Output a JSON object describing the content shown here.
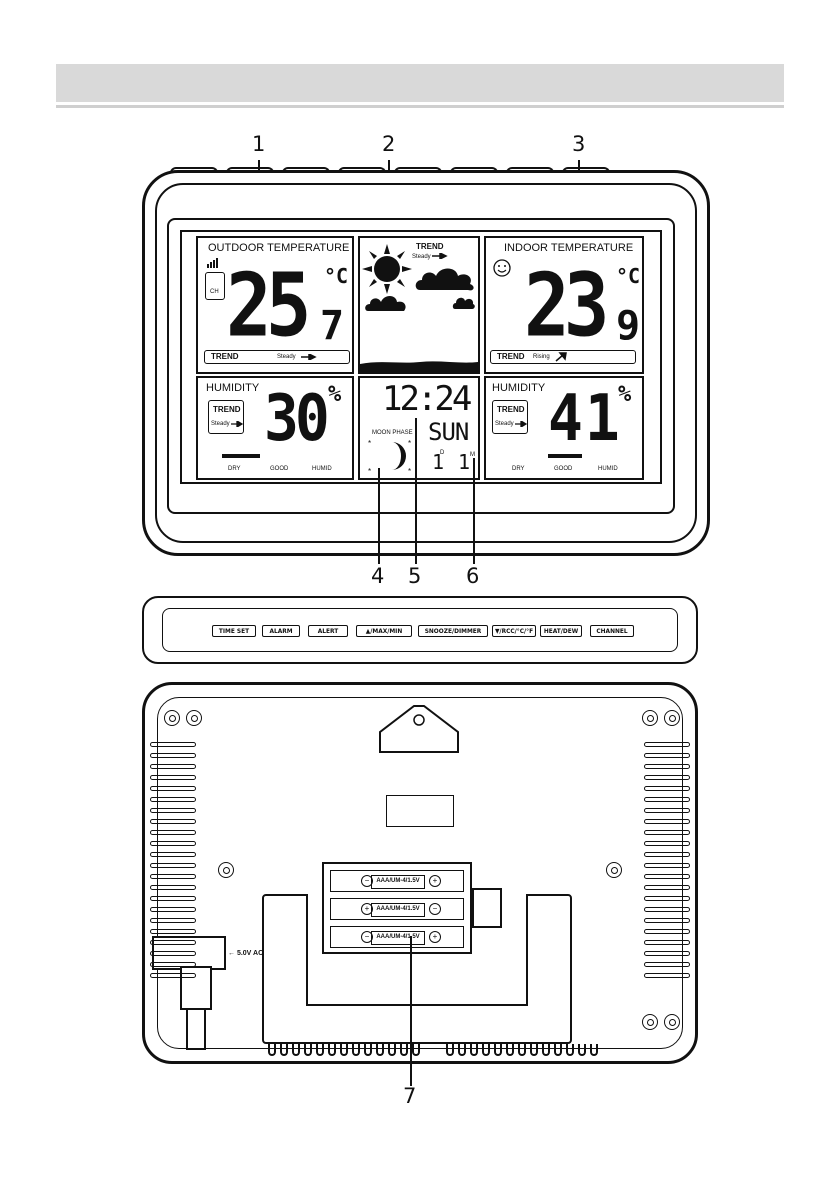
{
  "callouts": [
    "1",
    "2",
    "3",
    "4",
    "5",
    "6",
    "7"
  ],
  "lcd": {
    "outdoor": {
      "label": "OUTDOOR TEMPERATURE",
      "channel": "CH",
      "temp_int": "25",
      "temp_dec": "7",
      "unit": "°C",
      "trend_label": "TREND",
      "trend_state": "Steady"
    },
    "weather": {
      "trend_label": "TREND",
      "trend_state": "Steady"
    },
    "indoor": {
      "label": "INDOOR TEMPERATURE",
      "temp_int": "23",
      "temp_dec": "9",
      "unit": "°C",
      "trend_label": "TREND",
      "trend_state": "Rising"
    },
    "outdoor_humidity": {
      "label": "HUMIDITY",
      "value": "30",
      "unit": "%",
      "trend_label": "TREND",
      "trend_state": "Steady",
      "scale": [
        "DRY",
        "GOOD",
        "HUMID"
      ]
    },
    "clock": {
      "time": "12:24",
      "moon_label": "MOON PHASE",
      "weekday": "SUN",
      "date_day": "1",
      "date_month": "1",
      "day_marker": "D",
      "month_marker": "M"
    },
    "indoor_humidity": {
      "label": "HUMIDITY",
      "value": "41",
      "unit": "%",
      "trend_label": "TREND",
      "trend_state": "Steady",
      "scale": [
        "DRY",
        "GOOD",
        "HUMID"
      ]
    }
  },
  "buttons": [
    "TIME SET",
    "ALARM",
    "ALERT",
    "▲/MAX/MIN",
    "SNOOZE/DIMMER",
    "▼/RCC/°C/°F",
    "HEAT/DEW",
    "CHANNEL"
  ],
  "power_label": "5.0V AC",
  "battery_label": "AAA/UM-4/1.5V",
  "icons": [
    "signal-bars-icon",
    "smiley-icon",
    "sun-icon",
    "cloud-icon",
    "moon-icon",
    "arrow-right-icon",
    "arrow-rising-icon"
  ]
}
